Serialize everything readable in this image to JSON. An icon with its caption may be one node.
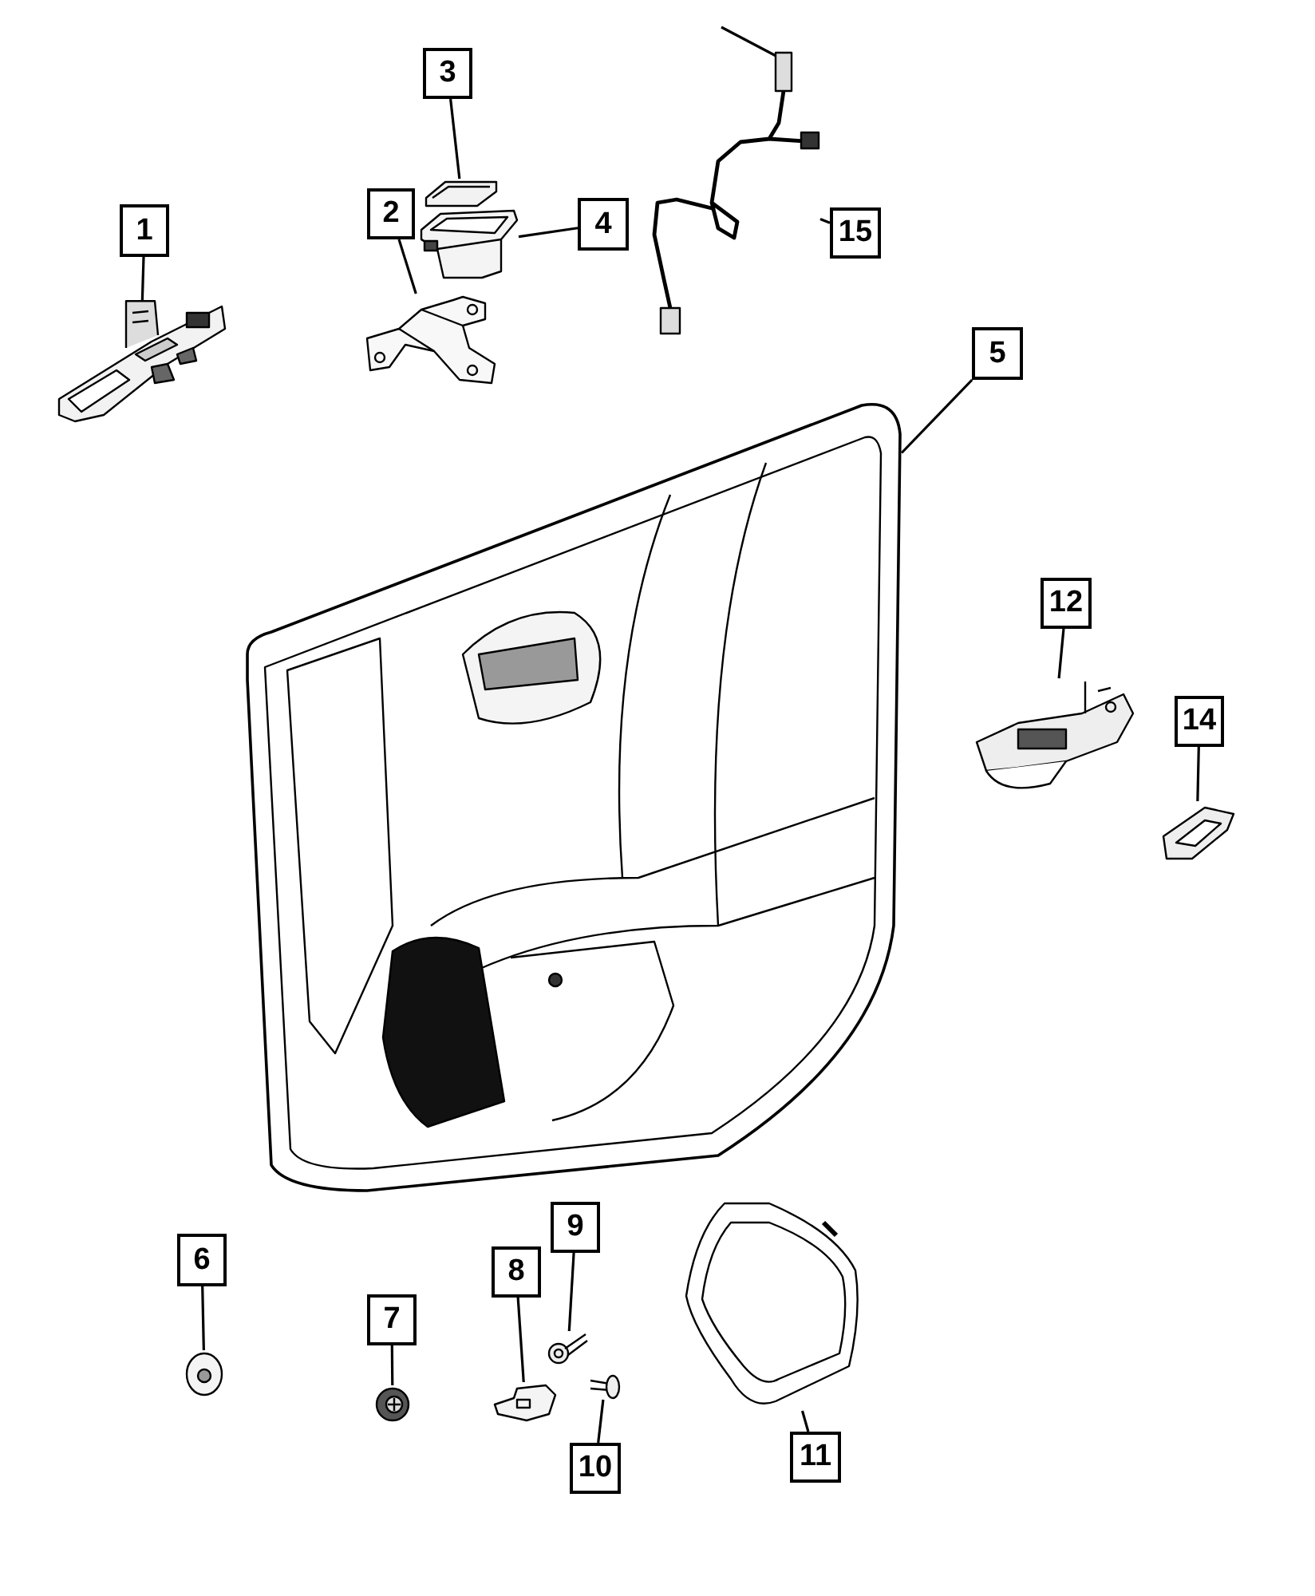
{
  "diagram": {
    "nodes": [
      {
        "text": [
          "3"
        ]
      },
      {
        "text": [],
        "shape": "picture"
      },
      {
        "text": [
          "2"
        ]
      },
      {
        "text": [],
        "shape": "picture"
      },
      {
        "text": [
          "4"
        ]
      },
      {
        "text": [],
        "shape": "picture"
      },
      {
        "text": [
          "15"
        ]
      },
      {
        "text": [],
        "shape": "picture"
      },
      {
        "text": [
          "1"
        ]
      },
      {
        "text": [],
        "shape": "picture"
      },
      {
        "text": [
          "5"
        ]
      },
      {
        "text": [],
        "shape": "picture"
      },
      {
        "text": [
          "12"
        ]
      },
      {
        "text": [],
        "shape": "picture"
      },
      {
        "text": [
          "14"
        ]
      },
      {
        "text": [],
        "shape": "picture"
      },
      {
        "text": [
          "9"
        ]
      },
      {
        "text": [],
        "shape": "picture"
      },
      {
        "text": [
          "6"
        ]
      },
      {
        "text": [],
        "shape": "picture"
      },
      {
        "text": [
          "8"
        ]
      },
      {
        "text": [],
        "shape": "picture"
      },
      {
        "text": [
          "7"
        ]
      },
      {
        "text": [],
        "shape": "picture"
      },
      {
        "text": [
          "11"
        ]
      },
      {
        "text": [],
        "shape": "picture"
      },
      {
        "text": [
          "10"
        ]
      },
      {
        "text": [],
        "shape": "picture"
      }
    ],
    "edges": [
      {
        "from": 0,
        "to": 1,
        "arrow": "none"
      },
      {
        "from": 2,
        "to": 3,
        "arrow": "none"
      },
      {
        "from": 4,
        "to": 5,
        "arrow": "none"
      },
      {
        "from": 6,
        "to": 7,
        "arrow": "none"
      },
      {
        "from": 8,
        "to": 9,
        "arrow": "none"
      },
      {
        "from": 10,
        "to": 11,
        "arrow": "none"
      },
      {
        "from": 12,
        "to": 13,
        "arrow": "none"
      },
      {
        "from": 14,
        "to": 15,
        "arrow": "none"
      },
      {
        "from": 16,
        "to": 17,
        "arrow": "none"
      },
      {
        "from": 18,
        "to": 19,
        "arrow": "none"
      },
      {
        "from": 20,
        "to": 21,
        "arrow": "none"
      },
      {
        "from": 22,
        "to": 23,
        "arrow": "none"
      },
      {
        "from": 24,
        "to": 25,
        "arrow": "none"
      },
      {
        "from": 26,
        "to": 27,
        "arrow": "none"
      }
    ]
  }
}
